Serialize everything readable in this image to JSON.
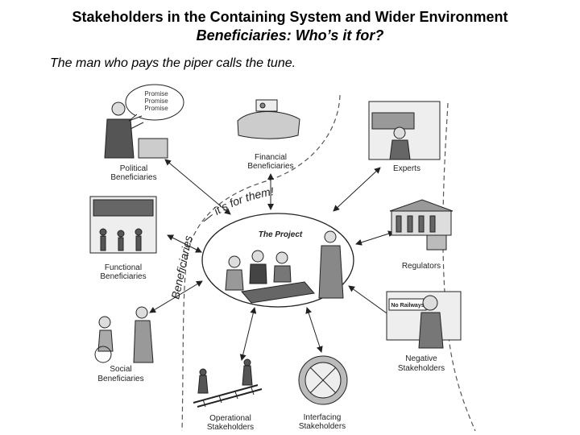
{
  "header": {
    "title": "Stakeholders in the Containing System and Wider Environment",
    "subtitle": "Beneficiaries: Who’s it for?",
    "tagline": "The man who pays the piper calls the tune."
  },
  "diagram": {
    "center_label": "The Project",
    "arc_text": "— it’s for them!",
    "side_text": "Beneficiaries",
    "speech_bubble": [
      "Promise",
      "Promise",
      "Promise"
    ],
    "sign_text": "No Railways",
    "nodes": {
      "political": [
        "Political",
        "Beneficiaries"
      ],
      "financial": [
        "Financial",
        "Beneficiaries"
      ],
      "experts": [
        "Experts"
      ],
      "functional": [
        "Functional",
        "Beneficiaries"
      ],
      "regulators": [
        "Regulators"
      ],
      "negative": [
        "Negative",
        "Stakeholders"
      ],
      "social": [
        "Social",
        "Beneficiaries"
      ],
      "operational": [
        "Operational",
        "Stakeholders"
      ],
      "interfacing": [
        "Interfacing",
        "Stakeholders"
      ]
    }
  }
}
